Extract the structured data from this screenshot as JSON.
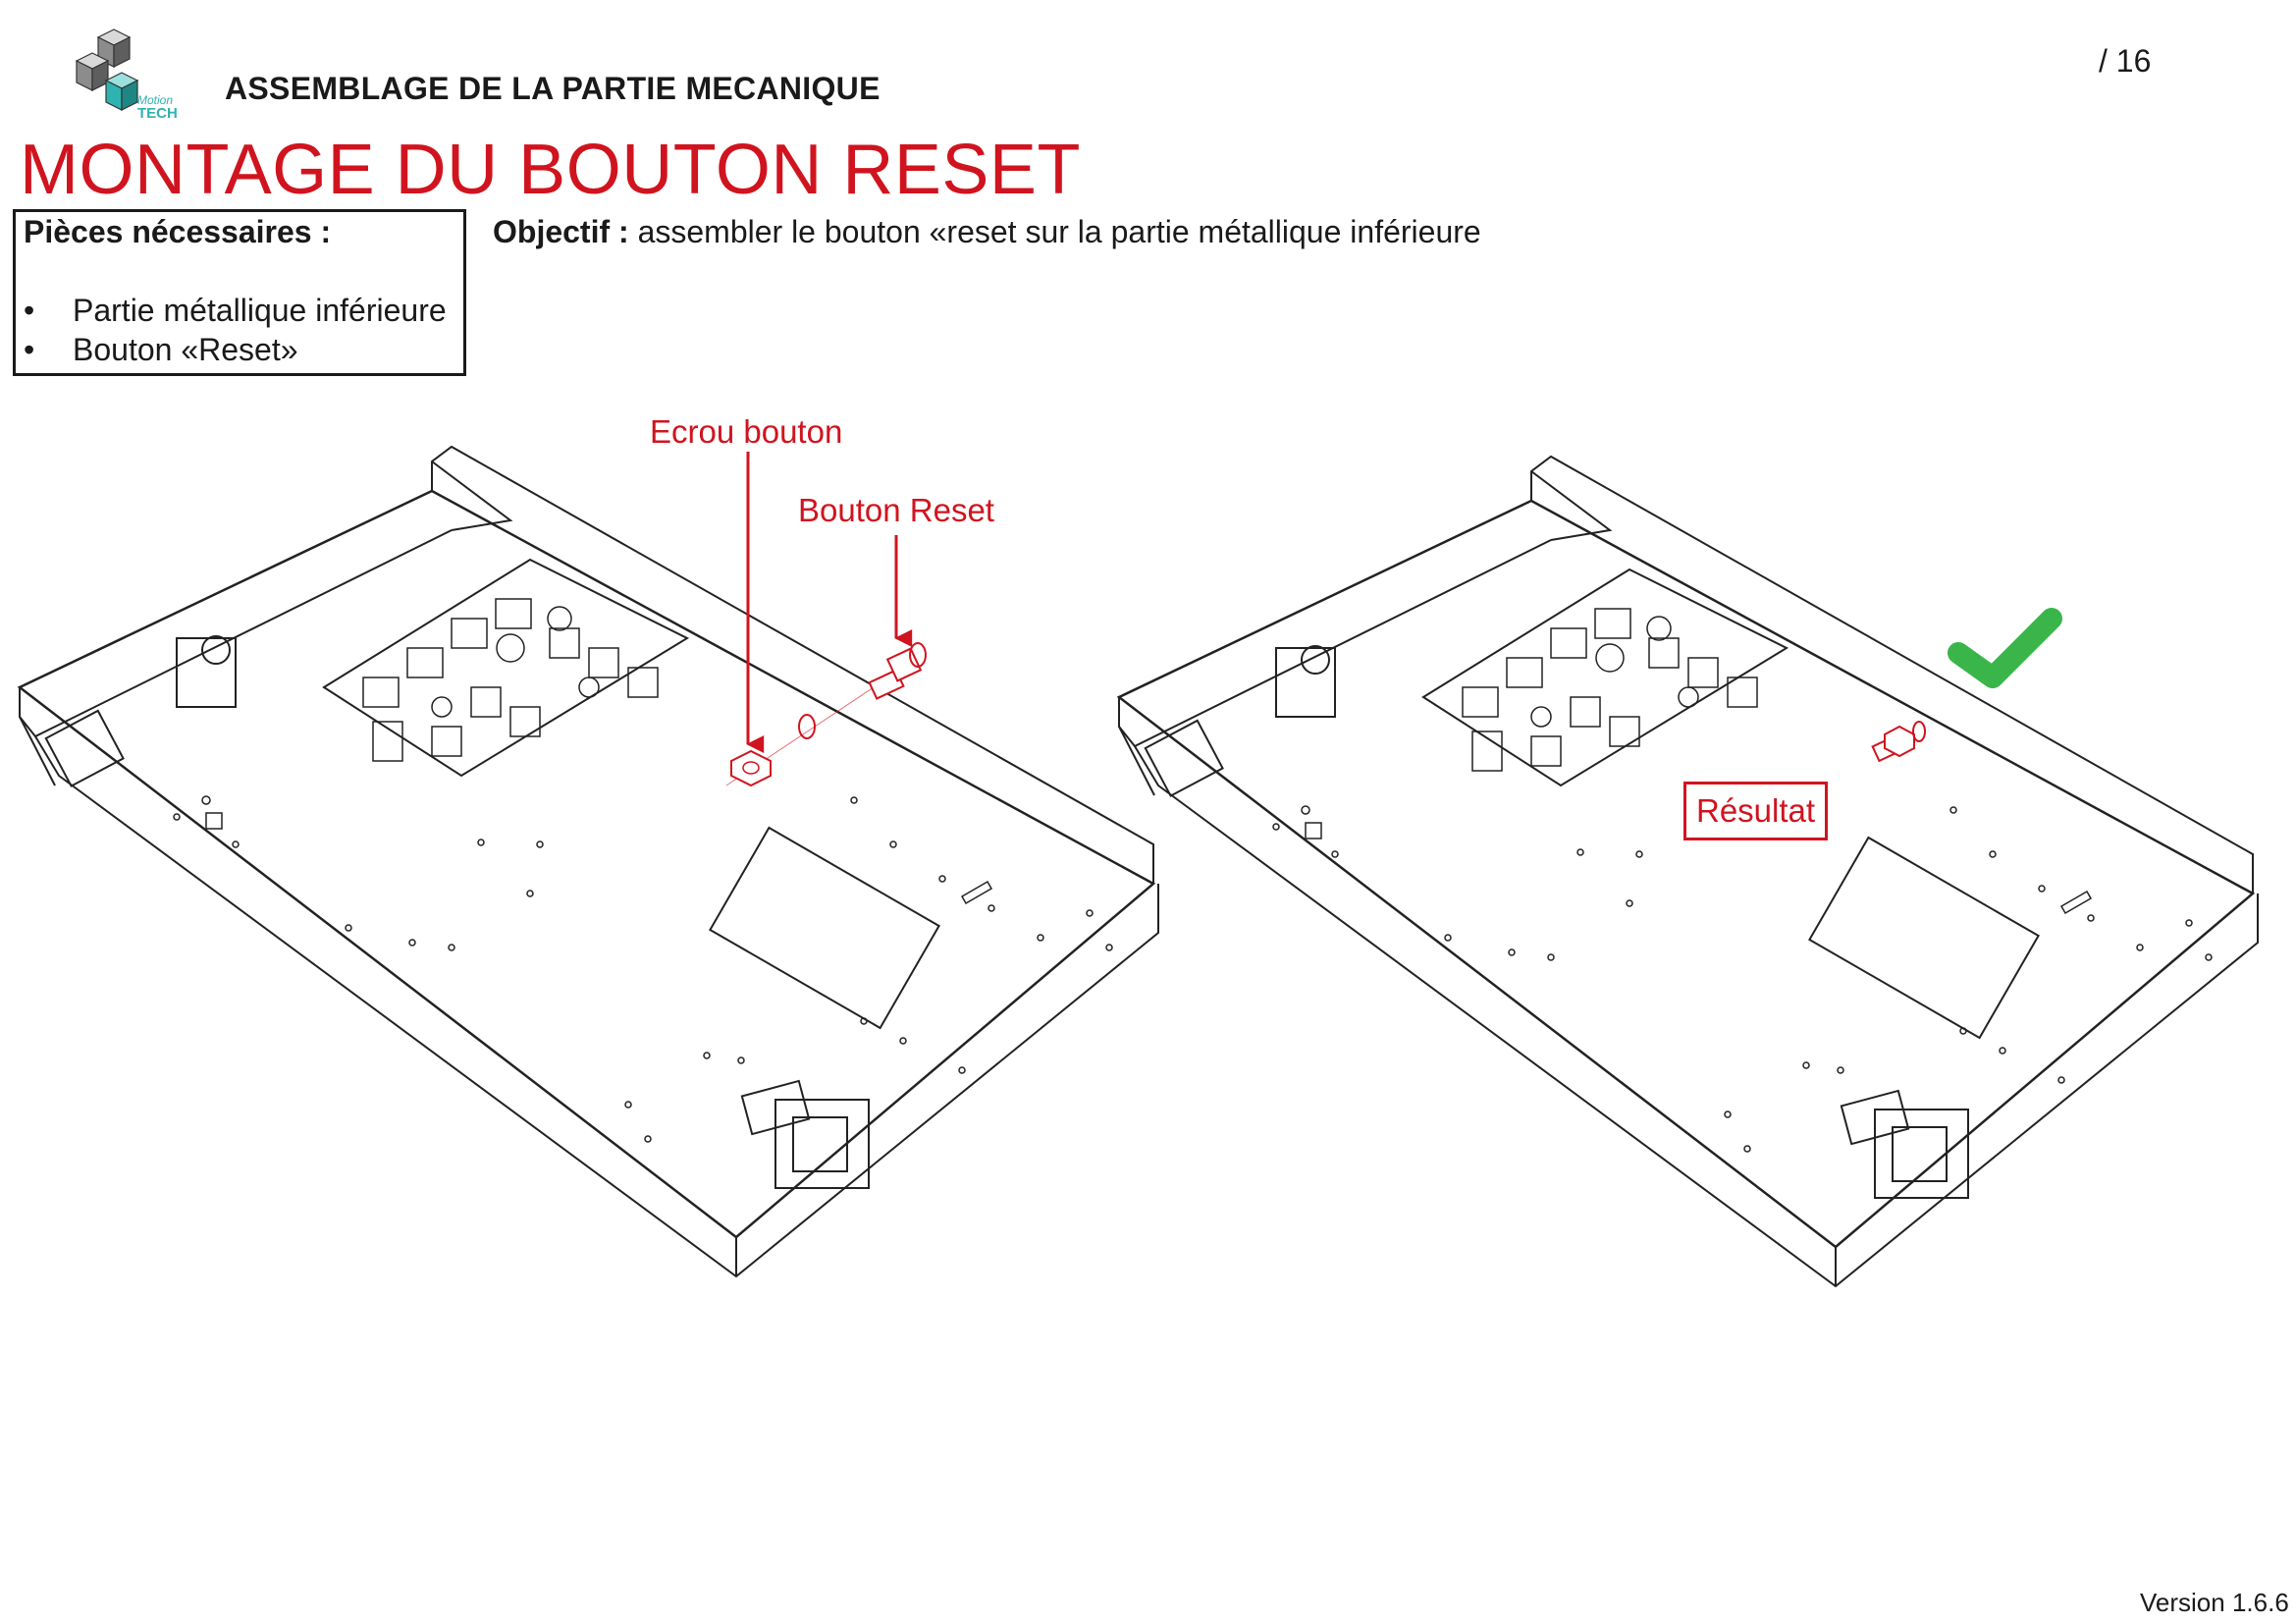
{
  "header": {
    "section_title": "ASSEMBLAGE DE LA PARTIE MECANIQUE",
    "page_number": "/ 16",
    "logo": {
      "text_line1": "Motion",
      "text_line2": "TECH"
    }
  },
  "title": "MONTAGE DU BOUTON RESET",
  "parts": {
    "heading": "Pièces nécessaires :",
    "items": [
      {
        "bullet": "•",
        "label": "Partie métallique inférieure"
      },
      {
        "bullet": "•",
        "label": "Bouton «Reset»"
      }
    ]
  },
  "objective": {
    "label": "Objectif :",
    "text": "assembler le bouton «reset sur la partie métallique inférieure"
  },
  "callouts": {
    "nut": "Ecrou bouton",
    "button": "Bouton Reset",
    "result": "Résultat"
  },
  "icons": {
    "check": "checkmark-icon",
    "arrow": "arrow-down-icon"
  },
  "colors": {
    "accent_red": "#d0141f",
    "check_green": "#3ab54a",
    "logo_teal": "#2fb3b0"
  },
  "footer": {
    "version": "Version 1.6.6"
  }
}
